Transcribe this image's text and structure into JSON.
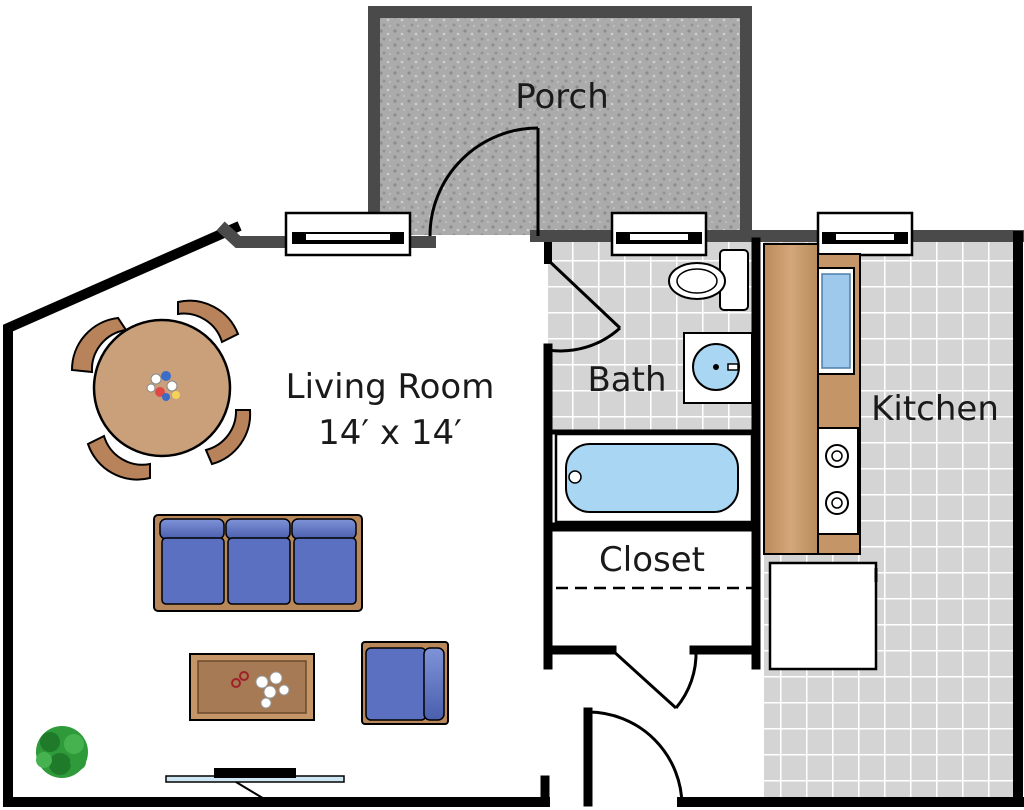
{
  "rooms": {
    "porch": "Porch",
    "living_room": "Living Room",
    "living_room_size": "14′ x 14′",
    "bath": "Bath",
    "kitchen": "Kitchen",
    "closet": "Closet"
  },
  "colors": {
    "wall": "#000000",
    "porch_wall": "#4a4a4a",
    "porch_floor": "#a9a9a9",
    "tile_floor": "#d4d4d4",
    "tile_grid": "#ffffff",
    "wood": "#c69a6a",
    "sofa_blue": "#5b70c0",
    "water_blue": "#a9d6f2",
    "plant_green": "#2e9a3a"
  },
  "icons": [
    "dining-table-icon",
    "sofa-icon",
    "armchair-icon",
    "coffee-table-icon",
    "plant-icon",
    "tv-stand-icon",
    "toilet-icon",
    "sink-icon",
    "bathtub-icon",
    "stove-icon",
    "refrigerator-icon",
    "kitchen-sink-icon",
    "window-icon",
    "door-swing-icon"
  ]
}
